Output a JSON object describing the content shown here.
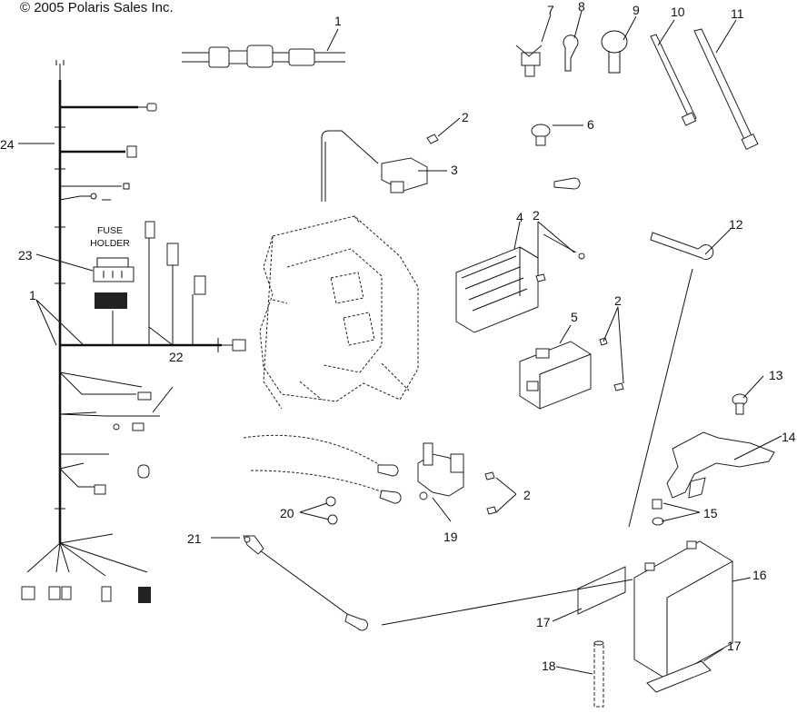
{
  "copyright": "© 2005 Polaris Sales Inc.",
  "labels": {
    "fuse_holder": [
      "FUSE",
      "HOLDER"
    ]
  },
  "callouts": {
    "c1_top": "1",
    "c1_left": "1",
    "c2_a": "2",
    "c2_b": "2",
    "c2_c": "2",
    "c2_d": "2",
    "c3": "3",
    "c4": "4",
    "c5": "5",
    "c6": "6",
    "c7": "7",
    "c8": "8",
    "c9": "9",
    "c10": "10",
    "c11": "11",
    "c12": "12",
    "c13": "13",
    "c14": "14",
    "c15": "15",
    "c16": "16",
    "c17_a": "17",
    "c17_b": "17",
    "c18": "18",
    "c19": "19",
    "c20": "20",
    "c21": "21",
    "c22": "22",
    "c23": "23",
    "c24": "24"
  }
}
